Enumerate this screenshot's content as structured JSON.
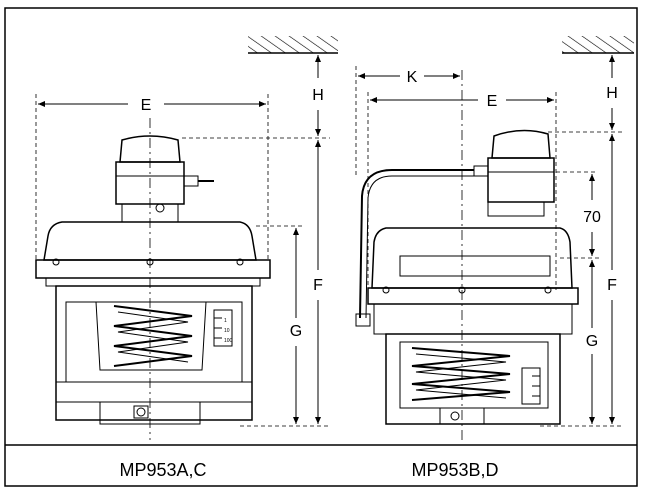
{
  "left_view": {
    "caption": "MP953A,C",
    "dims": {
      "E": "E",
      "H": "H",
      "F": "F",
      "G": "G"
    }
  },
  "right_view": {
    "caption": "MP953B,D",
    "dims": {
      "K": "K",
      "E": "E",
      "H": "H",
      "D70": "70",
      "F": "F",
      "G": "G"
    }
  },
  "scale_ticks": [
    "1",
    "10",
    "100"
  ]
}
